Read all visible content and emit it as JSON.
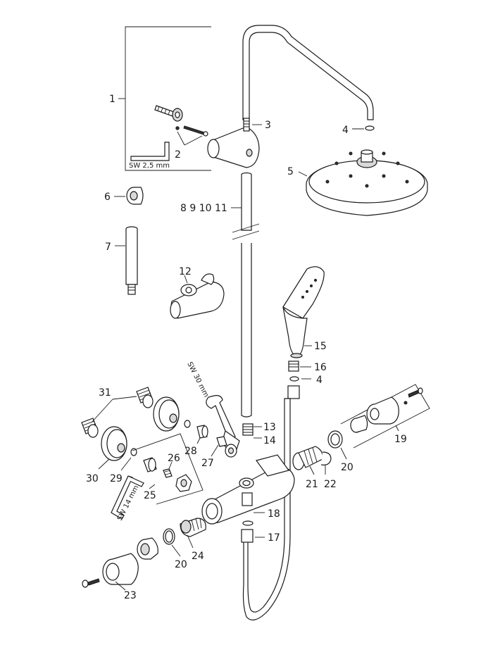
{
  "callouts": {
    "c1": "1",
    "c2": "2",
    "c3": "3",
    "c4a": "4",
    "c4b": "4",
    "c5": "5",
    "c6": "6",
    "c7": "7",
    "c8": "8 9 10 11",
    "c12": "12",
    "c13": "13",
    "c14": "14",
    "c15": "15",
    "c16": "16",
    "c17": "17",
    "c18": "18",
    "c19": "19",
    "c20a": "20",
    "c20b": "20",
    "c21": "21",
    "c22": "22",
    "c23": "23",
    "c24": "24",
    "c25": "25",
    "c26": "26",
    "c27": "27",
    "c28": "28",
    "c29": "29",
    "c30": "30",
    "c31": "31"
  },
  "tool_labels": {
    "hex_key_small": "SW 2,5 mm",
    "wrench": "SW 30 mm",
    "hex_key_large": "SW 14 mm"
  }
}
